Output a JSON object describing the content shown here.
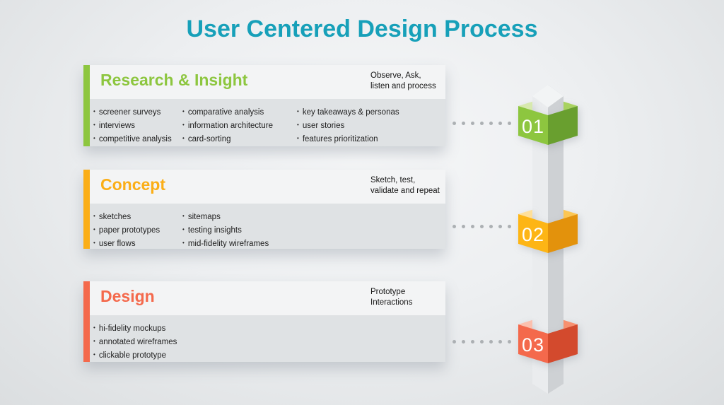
{
  "title": "User Centered Design Process",
  "title_color": "#17a0b9",
  "phases": [
    {
      "name": "Research & Insight",
      "number": "01",
      "accent": "#8dc63f",
      "subtitle_lines": [
        "Observe, Ask,",
        "listen and process"
      ],
      "bullets_columns": [
        [
          "screener surveys",
          "interviews",
          "competitive analysis"
        ],
        [
          "comparative analysis",
          "information architecture",
          "card-sorting"
        ],
        [
          "key takeaways & personas",
          "user stories",
          "features prioritization"
        ]
      ],
      "cube": {
        "front": "#8dc63f",
        "side": "#699f2f",
        "top_left": "#d7e9ae",
        "top_right": "#a8d25f"
      }
    },
    {
      "name": "Concept",
      "number": "02",
      "accent": "#fbae17",
      "subtitle_lines": [
        "Sketch, test,",
        "validate and repeat"
      ],
      "bullets_columns": [
        [
          "sketches",
          "paper prototypes",
          "user flows"
        ],
        [
          "sitemaps",
          "testing insights",
          "mid-fidelity wireframes"
        ]
      ],
      "cube": {
        "front": "#fdb515",
        "side": "#e3920c",
        "top_left": "#fedf9a",
        "top_right": "#fcc653"
      }
    },
    {
      "name": "Design",
      "number": "03",
      "accent": "#f4694c",
      "subtitle_lines": [
        "Prototype",
        "Interactions"
      ],
      "bullets_columns": [
        [
          "hi-fidelity mockups",
          "annotated wireframes",
          "clickable prototype"
        ]
      ],
      "cube": {
        "front": "#f4694c",
        "side": "#d34a2d",
        "top_left": "#fbc0ae",
        "top_right": "#f7906f"
      }
    }
  ]
}
